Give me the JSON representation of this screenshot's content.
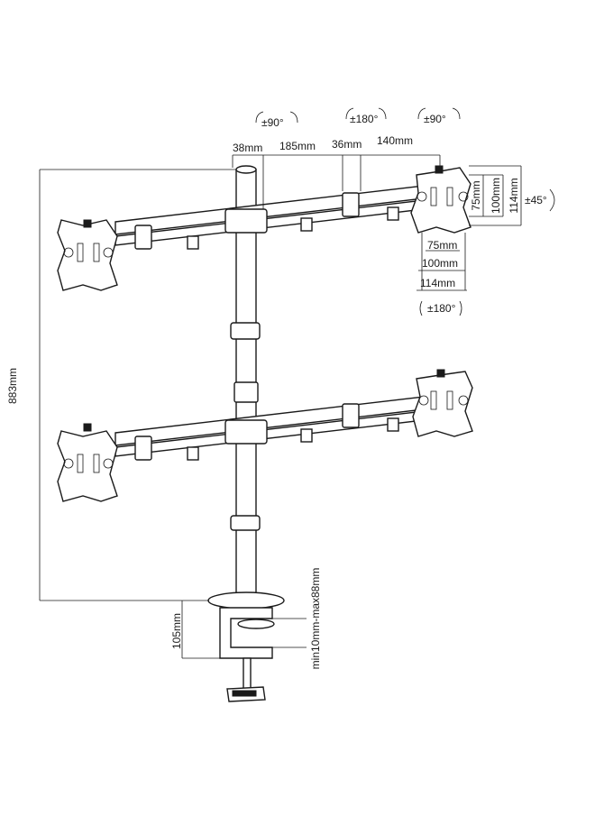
{
  "dimensions": {
    "arm_offset": "38mm",
    "arm_seg1": "185mm",
    "arm_seg2": "36mm",
    "arm_seg3": "140mm",
    "total_height": "883mm",
    "clamp_depth": "105mm",
    "desk_thickness": "min10mm-max88mm",
    "vesa_v_small": "75mm",
    "vesa_v_medium": "100mm",
    "vesa_v_large": "114mm",
    "vesa_h_small": "75mm",
    "vesa_h_medium": "100mm",
    "vesa_h_large": "114mm"
  },
  "rotations": {
    "arm_swivel": "±90°",
    "arm_center_swivel": "±180°",
    "head_swivel": "±90°",
    "tilt": "±45°",
    "rotation": "±180°"
  }
}
